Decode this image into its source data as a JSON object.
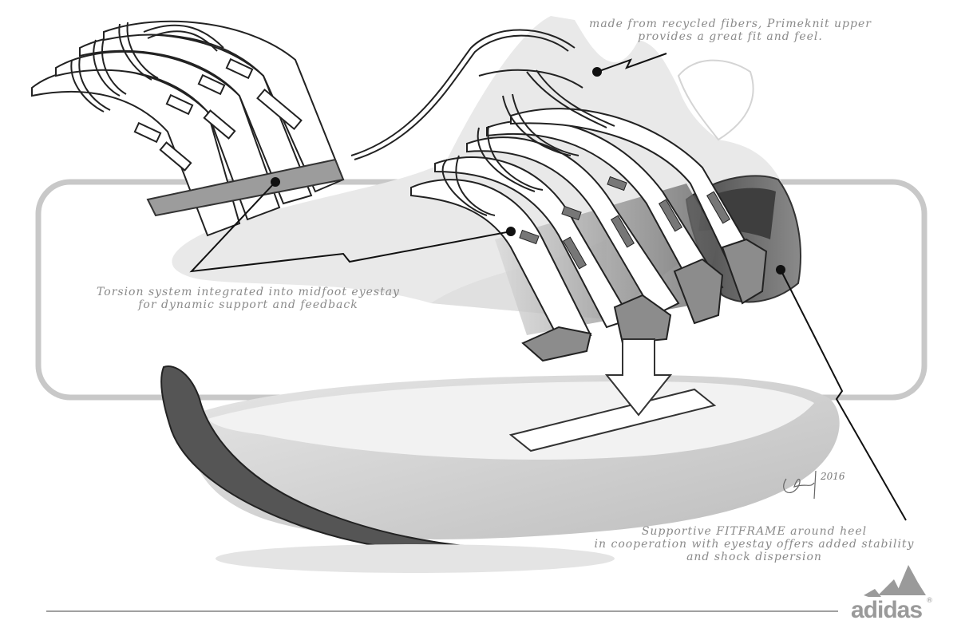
{
  "annotations": {
    "primeknit": [
      "made from recycled fibers, Primeknit upper",
      "provides a great fit and feel."
    ],
    "torsion": [
      "Torsion system integrated into midfoot eyestay",
      "for dynamic support and feedback"
    ],
    "fitframe": [
      "Supportive FITFRAME around heel",
      "in cooperation with eyestay offers added stability",
      "and shock dispersion"
    ]
  },
  "signature": {
    "year": "2016"
  },
  "logo": {
    "wordmark": "adidas",
    "registered": "®"
  },
  "colors": {
    "line": "#1a1a1a",
    "note": "#8a8a8a",
    "panel": "#c8c8c8",
    "logo": "#9a9a9a"
  }
}
